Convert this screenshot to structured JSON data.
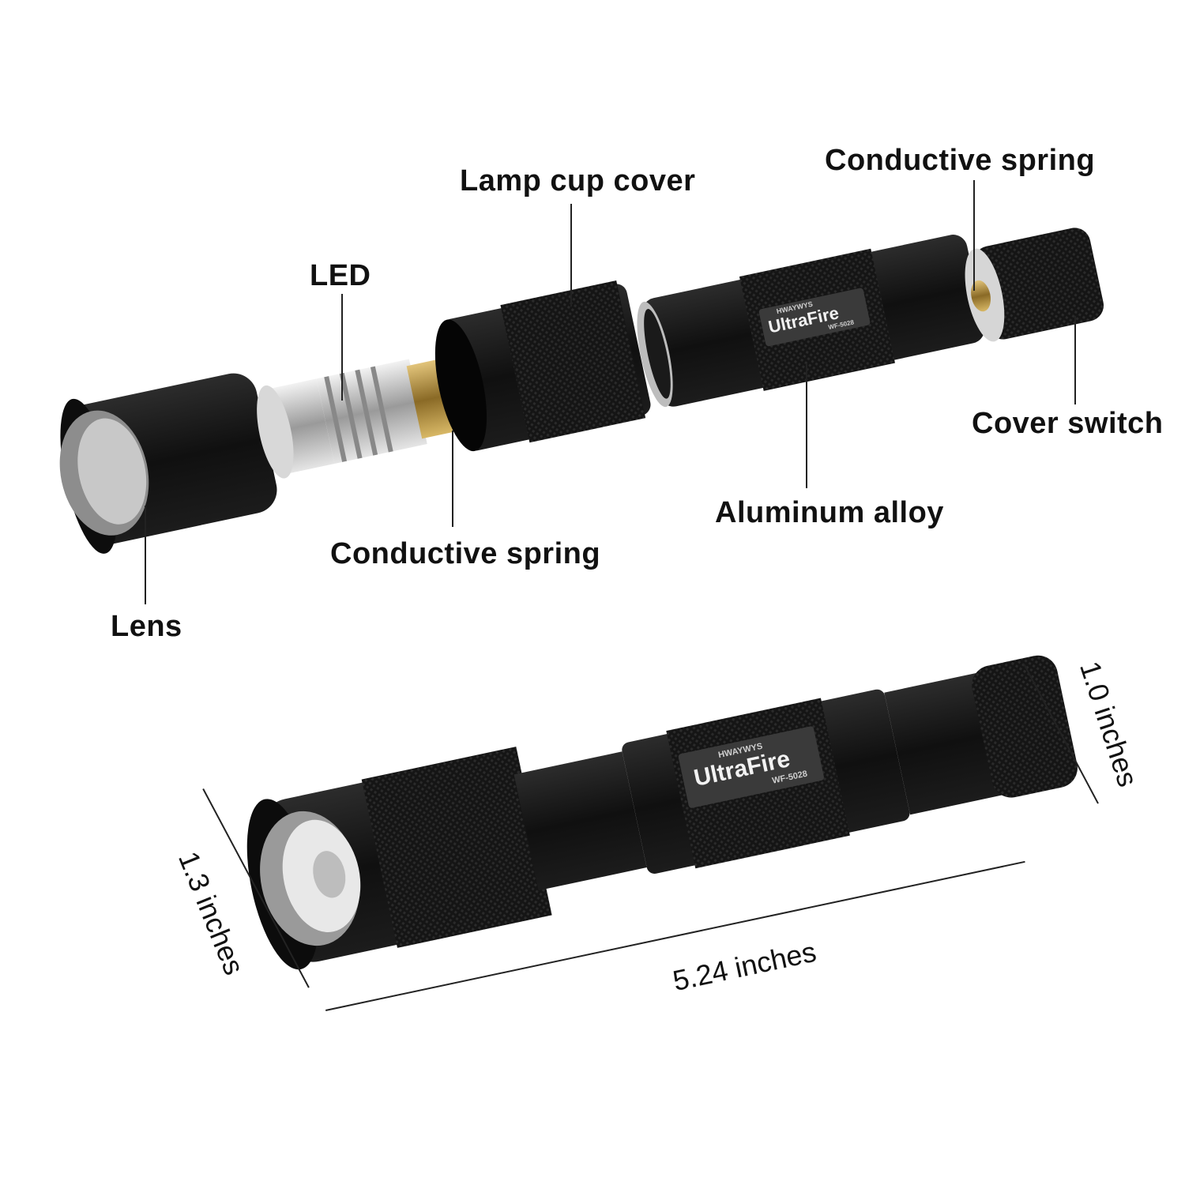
{
  "exploded_view": {
    "labels": {
      "led": "LED",
      "lamp_cup_cover": "Lamp cup cover",
      "conductive_spring_top": "Conductive spring",
      "cover_switch": "Cover switch",
      "aluminum_alloy": "Aluminum alloy",
      "conductive_spring_bottom": "Conductive spring",
      "lens": "Lens"
    },
    "brand_plate": {
      "maker": "HWAYWYS",
      "brand": "UltraFire",
      "model": "WF-5028"
    }
  },
  "assembled_view": {
    "brand_plate": {
      "maker": "HWAYWYS",
      "brand": "UltraFire",
      "model": "WF-5028"
    },
    "dimensions": {
      "length": "5.24 inches",
      "head_diameter": "1.3 inches",
      "tail_diameter": "1.0 inches"
    }
  },
  "colors": {
    "body": "#141414",
    "knurl": "#1e1e1e",
    "silver": "#c9c9c9",
    "brass": "#b8933d"
  }
}
